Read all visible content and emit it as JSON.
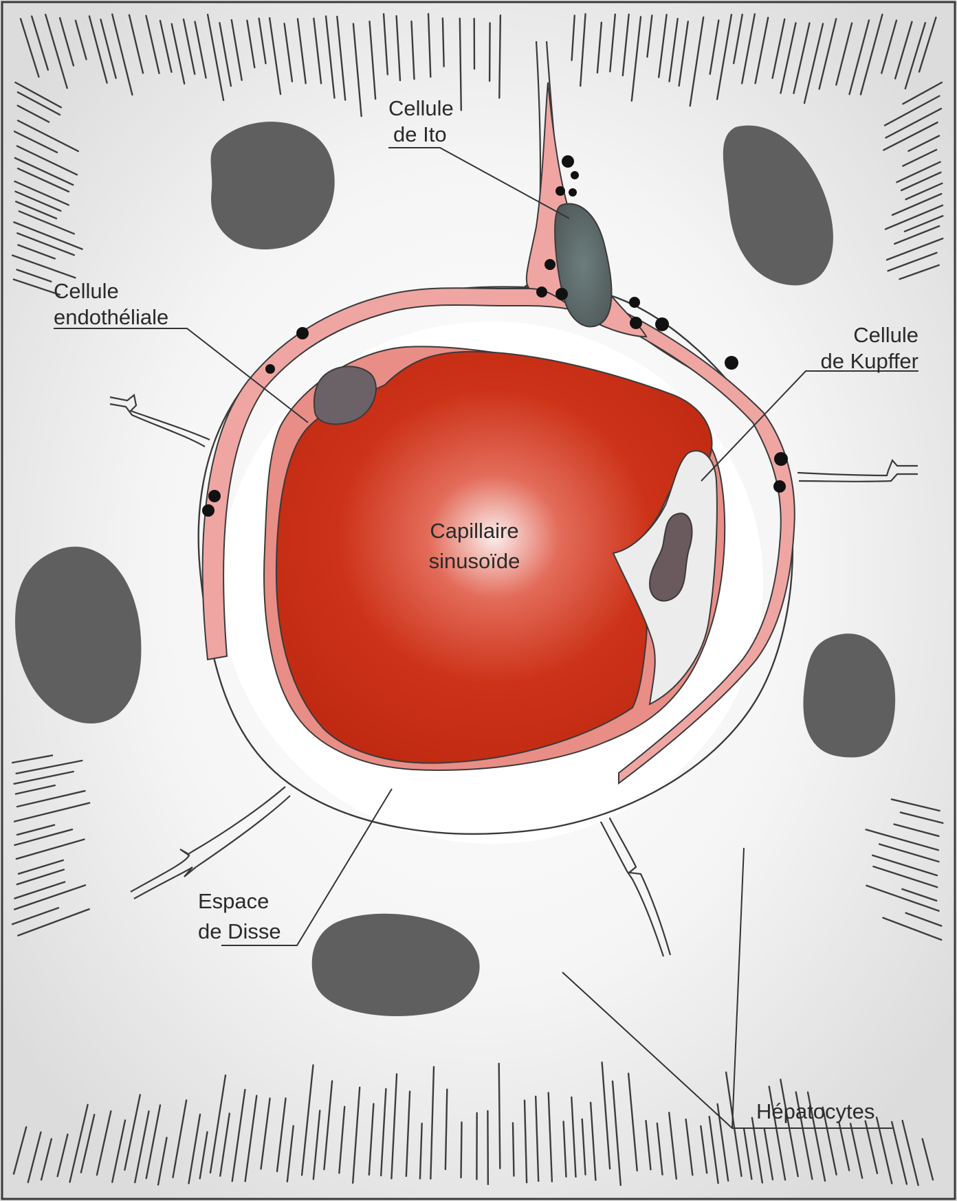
{
  "labels": {
    "ito": [
      "Cellule",
      "de Ito"
    ],
    "endothelial": [
      "Cellule",
      "endothéliale"
    ],
    "kupffer": [
      "Cellule",
      "de Kupffer"
    ],
    "capillary": [
      "Capillaire",
      "sinusoïde"
    ],
    "disse": [
      "Espace",
      "de Disse"
    ],
    "hepatocytes": "Hépatocytes"
  },
  "colors": {
    "background": "#efefef",
    "frame": "#3a3a3a",
    "nucleus": "#5f5f5f",
    "blood": "#c42a12",
    "blood_light": "#ffffff",
    "endothelium": "#efa6a3",
    "disse_space": "#ffffff",
    "leader_line": "#333333",
    "granule": "#111111"
  },
  "icons": {
    "frame": "rectangle-frame",
    "nucleus": "hepatocyte-nucleus-blob",
    "granule": "lipid-droplet-dot",
    "microvilli": "microvilli-hatch"
  }
}
